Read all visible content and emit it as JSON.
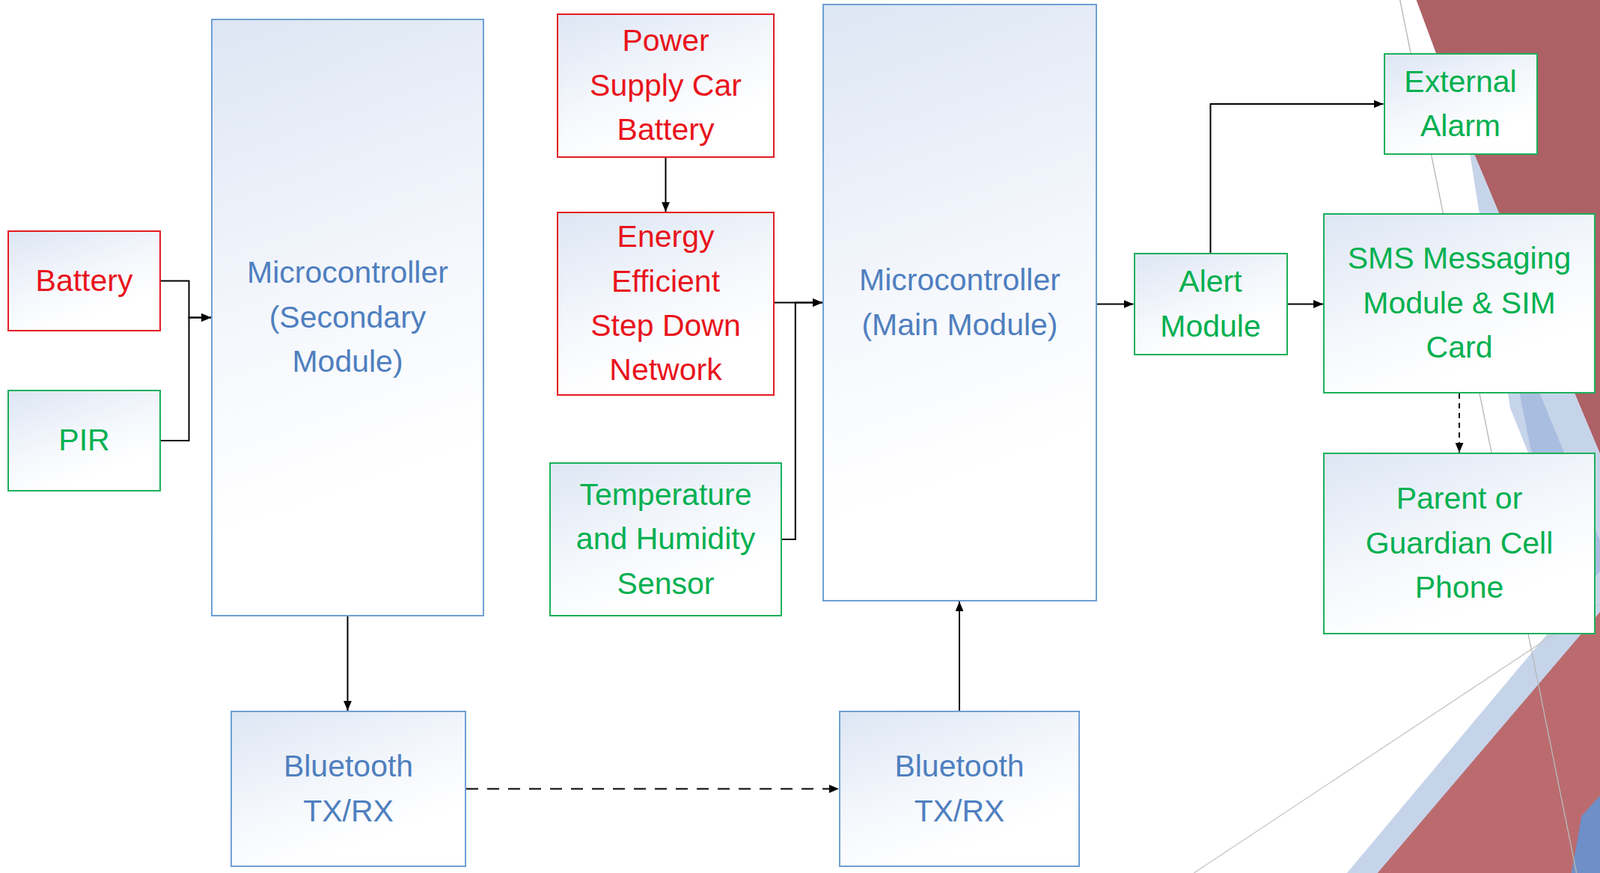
{
  "diagram": {
    "nodes": [
      {
        "text": [
          "Battery"
        ]
      },
      {
        "text": [
          "PIR"
        ]
      },
      {
        "text": [
          "Microcontroller (Secondary Module)"
        ]
      },
      {
        "text": [
          "Power Supply Car Battery"
        ]
      },
      {
        "text": [
          "Energy Efficient Step Down Network"
        ]
      },
      {
        "text": [
          "Temperature and Humidity Sensor"
        ]
      },
      {
        "text": [
          "Microcontroller (Main Module)"
        ]
      },
      {
        "text": [
          "Alert Module"
        ]
      },
      {
        "text": [
          "External Alarm"
        ]
      },
      {
        "text": [
          "SMS Messaging Module & SIM Card"
        ]
      },
      {
        "text": [
          "Parent or Guardian Cell Phone"
        ]
      },
      {
        "text": [
          "Bluetooth TX/RX"
        ]
      },
      {
        "text": [
          "Bluetooth TX/RX"
        ]
      }
    ],
    "edges": [
      {
        "from": 0,
        "to": 2,
        "arrow": "to"
      },
      {
        "from": 1,
        "to": 2,
        "arrow": "to"
      },
      {
        "from": 3,
        "to": 4,
        "arrow": "to"
      },
      {
        "from": 4,
        "to": 6,
        "arrow": "to"
      },
      {
        "from": 5,
        "to": 6,
        "arrow": "to"
      },
      {
        "from": 6,
        "to": 7,
        "arrow": "to"
      },
      {
        "from": 7,
        "to": 8,
        "arrow": "to"
      },
      {
        "from": 7,
        "to": 9,
        "arrow": "to"
      },
      {
        "from": 9,
        "to": 10,
        "arrow": "to"
      },
      {
        "from": 2,
        "to": 11,
        "arrow": "to"
      },
      {
        "from": 11,
        "to": 12,
        "arrow": "to"
      },
      {
        "from": 12,
        "to": 6,
        "arrow": "to"
      }
    ]
  }
}
